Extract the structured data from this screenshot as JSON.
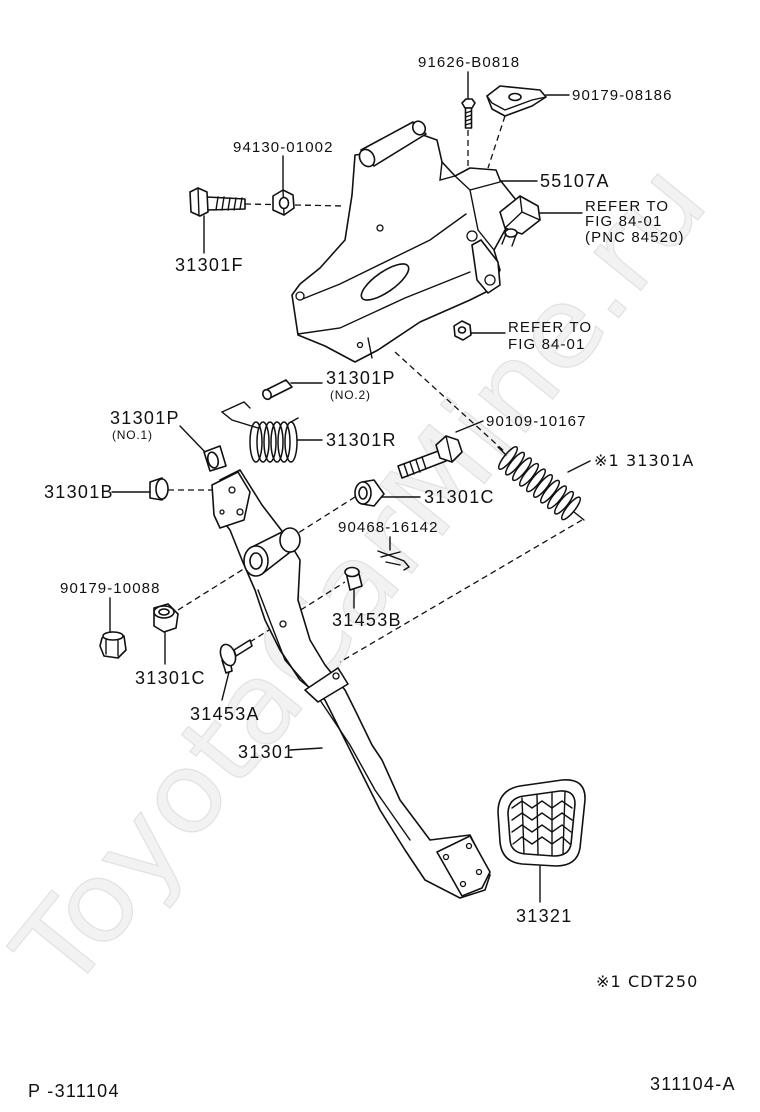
{
  "watermark": "ToyotaCarMine.ru",
  "parts": {
    "p_91626_B0818": "91626-B0818",
    "p_90179_08186": "90179-08186",
    "p_94130_01002": "94130-01002",
    "p_55107A": "55107A",
    "p_31301F": "31301F",
    "p_31301P_no2": "31301P",
    "p_31301P_no2_sub": "(NO.2)",
    "p_31301P_no1": "31301P",
    "p_31301P_no1_sub": "(NO.1)",
    "p_90109_10167": "90109-10167",
    "p_31301R": "31301R",
    "p_31301A": "※1 31301A",
    "p_31301B": "31301B",
    "p_31301C_upper": "31301C",
    "p_90468_16142": "90468-16142",
    "p_90179_10088": "90179-10088",
    "p_31453B": "31453B",
    "p_31301C_lower": "31301C",
    "p_31453A": "31453A",
    "p_31301": "31301",
    "p_31321": "31321"
  },
  "refer_switch": [
    "REFER TO",
    "FIG 84-01",
    "(PNC 84520)"
  ],
  "refer_nut": [
    "REFER TO",
    "FIG 84-01"
  ],
  "footnote": "※1 CDT250",
  "footer_left": "P -311104",
  "footer_right": "311104-A"
}
